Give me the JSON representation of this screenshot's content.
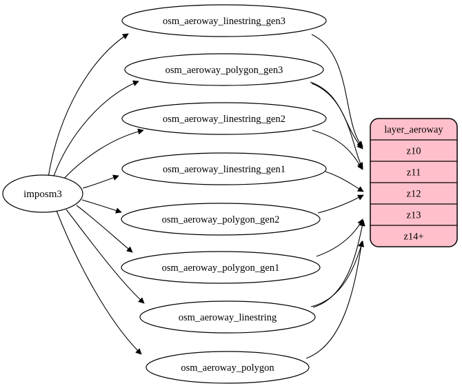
{
  "diagram": {
    "source_node": {
      "id": "imposm3",
      "label": "imposm3"
    },
    "tables": [
      {
        "id": "osm_aeroway_linestring_gen3",
        "label": "osm_aeroway_linestring_gen3"
      },
      {
        "id": "osm_aeroway_polygon_gen3",
        "label": "osm_aeroway_polygon_gen3"
      },
      {
        "id": "osm_aeroway_linestring_gen2",
        "label": "osm_aeroway_linestring_gen2"
      },
      {
        "id": "osm_aeroway_linestring_gen1",
        "label": "osm_aeroway_linestring_gen1"
      },
      {
        "id": "osm_aeroway_polygon_gen2",
        "label": "osm_aeroway_polygon_gen2"
      },
      {
        "id": "osm_aeroway_polygon_gen1",
        "label": "osm_aeroway_polygon_gen1"
      },
      {
        "id": "osm_aeroway_linestring",
        "label": "osm_aeroway_linestring"
      },
      {
        "id": "osm_aeroway_polygon",
        "label": "osm_aeroway_polygon"
      }
    ],
    "record": {
      "id": "layer_aeroway",
      "title": "layer_aeroway",
      "rows": [
        {
          "id": "z10",
          "label": "z10"
        },
        {
          "id": "z11",
          "label": "z11"
        },
        {
          "id": "z12",
          "label": "z12"
        },
        {
          "id": "z13",
          "label": "z13"
        },
        {
          "id": "z14+",
          "label": "z14+"
        }
      ]
    },
    "edges": [
      {
        "from": "imposm3",
        "to": "osm_aeroway_linestring_gen3"
      },
      {
        "from": "imposm3",
        "to": "osm_aeroway_polygon_gen3"
      },
      {
        "from": "imposm3",
        "to": "osm_aeroway_linestring_gen2"
      },
      {
        "from": "imposm3",
        "to": "osm_aeroway_linestring_gen1"
      },
      {
        "from": "imposm3",
        "to": "osm_aeroway_polygon_gen2"
      },
      {
        "from": "imposm3",
        "to": "osm_aeroway_polygon_gen1"
      },
      {
        "from": "imposm3",
        "to": "osm_aeroway_linestring"
      },
      {
        "from": "imposm3",
        "to": "osm_aeroway_polygon"
      },
      {
        "from": "osm_aeroway_linestring_gen3",
        "to": "z10"
      },
      {
        "from": "osm_aeroway_polygon_gen3",
        "to": "z10"
      },
      {
        "from": "osm_aeroway_polygon_gen3",
        "to": "z11"
      },
      {
        "from": "osm_aeroway_linestring_gen2",
        "to": "z11"
      },
      {
        "from": "osm_aeroway_linestring_gen1",
        "to": "z12"
      },
      {
        "from": "osm_aeroway_polygon_gen2",
        "to": "z12"
      },
      {
        "from": "osm_aeroway_polygon_gen1",
        "to": "z13"
      },
      {
        "from": "osm_aeroway_linestring",
        "to": "z13"
      },
      {
        "from": "osm_aeroway_linestring",
        "to": "z14+"
      },
      {
        "from": "osm_aeroway_polygon",
        "to": "z14+"
      }
    ],
    "colors": {
      "background": "#ffffff",
      "node_fill": "#ffffff",
      "stroke": "#000000",
      "record_fill": "#ffc0cb"
    }
  }
}
